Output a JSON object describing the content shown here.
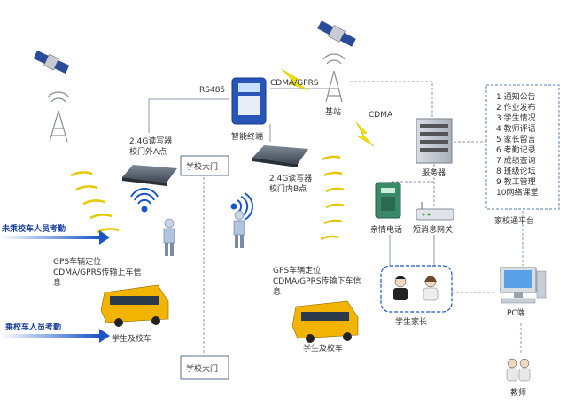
{
  "labels": {
    "rs485": "RS485",
    "cdma_gprs": "CDMA/GPRS",
    "base_station": "基站",
    "cdma": "CDMA",
    "smart_terminal": "智能终端",
    "reader_outer": [
      "2.4G读写器",
      "校门外A点"
    ],
    "reader_inner": [
      "2.4G读写器",
      "校门内B点"
    ],
    "school_gate_top": "学校大门",
    "school_gate_bottom": "学校大门",
    "server": "服务器",
    "family_phone": "亲情电话",
    "sms_gateway": "短消息网关",
    "school_platform": "家校通平台",
    "parents": "学生家长",
    "pc": "PC端",
    "teacher": "教师",
    "bus_left_caption": "学生及校车",
    "bus_right_caption": "学生及校车",
    "gps_left": [
      "GPS车辆定位",
      "CDMA/GPRS传输上车信",
      "息"
    ],
    "gps_right": [
      "GPS车辆定位",
      "CDMA/GPRS传输下车信",
      "息"
    ],
    "arrow_top": "未乘校车人员考勤",
    "arrow_bottom": "乘校车人员考勤"
  },
  "platform_menu": [
    "1 通知公告",
    "2 作业发布",
    "3 学生情况",
    "4 教师评语",
    "5 家长留言",
    "6 考勤记录",
    "7 成绩查询",
    "8 班级论坛",
    "9 教工管理",
    "10网络课堂"
  ],
  "colors": {
    "accent_blue": "#1a56c8",
    "line_gray": "#8a9bb0",
    "wave_yellow": "#e6c800",
    "lightning": "#f0e000",
    "bus_yellow": "#f2b400"
  }
}
